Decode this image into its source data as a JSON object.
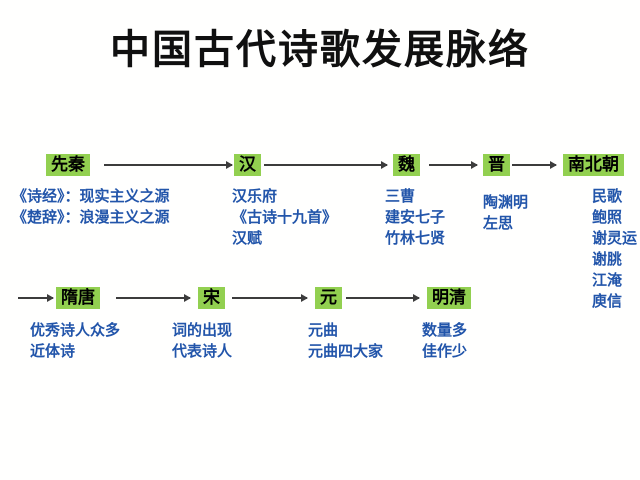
{
  "title": "中国古代诗歌发展脉络",
  "colors": {
    "node_highlight": "#92D050",
    "detail_text": "#2255AA",
    "title_text": "#101010",
    "arrow": "#3C3C3C",
    "background": "#FFFFFE"
  },
  "rows": [
    {
      "row_name": "row-1-early-eras",
      "nodes": [
        {
          "id": "xianqin",
          "label": "先秦",
          "details": [
            "《诗经》：现实主义之源",
            "《楚辞》：浪漫主义之源"
          ]
        },
        {
          "id": "han",
          "label": "汉",
          "details": [
            "汉乐府",
            "《古诗十九首》",
            "汉赋"
          ]
        },
        {
          "id": "wei",
          "label": "魏",
          "details": [
            "三曹",
            "建安七子",
            "竹林七贤"
          ]
        },
        {
          "id": "jin",
          "label": "晋",
          "details": [
            "陶渊明",
            "左思"
          ]
        },
        {
          "id": "nanbeichao",
          "label": "南北朝",
          "details": [
            "民歌",
            "鲍照",
            "谢灵运",
            "谢朓",
            "江淹",
            "庾信"
          ]
        }
      ]
    },
    {
      "row_name": "row-2-later-eras",
      "nodes": [
        {
          "id": "suitang",
          "label": "隋唐",
          "details": [
            "优秀诗人众多",
            "近体诗"
          ]
        },
        {
          "id": "song",
          "label": "宋",
          "details": [
            "词的出现",
            "代表诗人"
          ]
        },
        {
          "id": "yuan",
          "label": "元",
          "details": [
            "元曲",
            "元曲四大家"
          ]
        },
        {
          "id": "mingqing",
          "label": "明清",
          "details": [
            "数量多",
            "佳作少"
          ]
        }
      ]
    }
  ],
  "connectors": [
    {
      "name": "arrow-xianqin-to-han",
      "from": "先秦",
      "to": "汉"
    },
    {
      "name": "arrow-han-to-wei",
      "from": "汉",
      "to": "魏"
    },
    {
      "name": "arrow-wei-to-jin",
      "from": "魏",
      "to": "晋"
    },
    {
      "name": "arrow-jin-to-nanbeichao",
      "from": "晋",
      "to": "南北朝"
    },
    {
      "name": "arrow-wrap-to-suitang",
      "from": "南北朝",
      "to": "隋唐"
    },
    {
      "name": "arrow-suitang-to-song",
      "from": "隋唐",
      "to": "宋"
    },
    {
      "name": "arrow-song-to-yuan",
      "from": "宋",
      "to": "元"
    },
    {
      "name": "arrow-yuan-to-mingqing",
      "from": "元",
      "to": "明清"
    }
  ]
}
